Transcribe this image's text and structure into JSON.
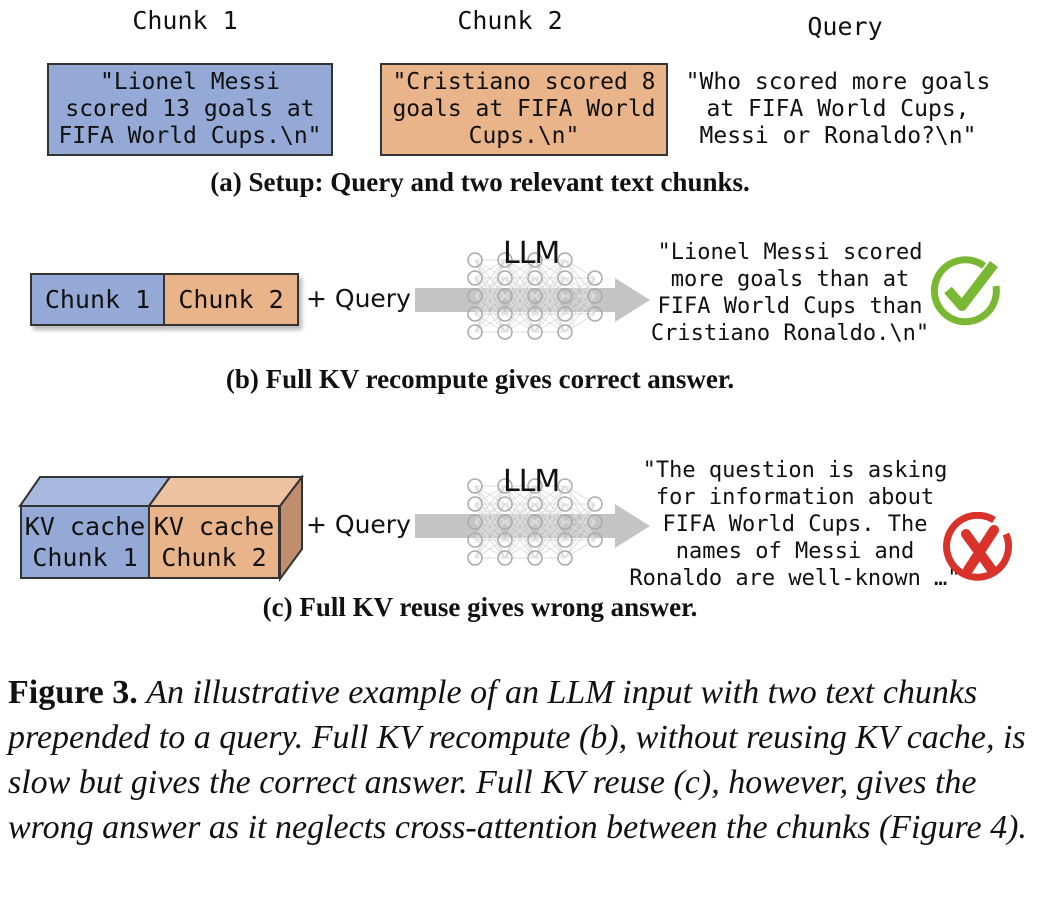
{
  "setup": {
    "chunk1_header": "Chunk 1",
    "chunk2_header": "Chunk 2",
    "query_header": "Query",
    "chunk1_text": "\"Lionel Messi\nscored 13 goals at\nFIFA World Cups.\\n\"",
    "chunk2_text": "\"Cristiano scored 8\ngoals at FIFA World\nCups.\\n\"",
    "query_text": "\"Who scored more goals\nat FIFA World Cups,\nMessi or Ronaldo?\\n\"",
    "caption": "(a) Setup: Query and two relevant text chunks."
  },
  "recompute": {
    "chunk1": "Chunk 1",
    "chunk2": "Chunk 2",
    "plus_query": "+ Query",
    "model": "LLM",
    "answer": "\"Lionel Messi scored\nmore goals than at\nFIFA World Cups than\nCristiano Ronaldo.\\n\"",
    "result_icon": "check-icon",
    "caption": "(b) Full KV recompute gives correct answer."
  },
  "reuse": {
    "chunk1_line1": "KV cache",
    "chunk1_line2": "Chunk 1",
    "chunk2_line1": "KV cache",
    "chunk2_line2": "Chunk 2",
    "plus_query": "+ Query",
    "model": "LLM",
    "answer": "\"The question is asking\nfor information about\nFIFA World Cups. The\nnames of Messi and\nRonaldo are well-known …\"",
    "result_icon": "x-icon",
    "caption": "(c) Full KV reuse gives wrong answer."
  },
  "figure_caption": {
    "label": "Figure 3.",
    "text": "An illustrative example of an LLM input with two text chunks prepended to a query. Full KV recompute (b), without reusing KV cache, is slow but gives the correct answer. Full KV reuse (c), however, gives the wrong answer as it neglects cross-attention between the chunks (Figure 4)."
  },
  "colors": {
    "chunk1": "#94a9d6",
    "chunk2": "#e9b48a",
    "check": "#7ab833",
    "cross": "#d8322a",
    "arrow": "#c4c4c4"
  }
}
